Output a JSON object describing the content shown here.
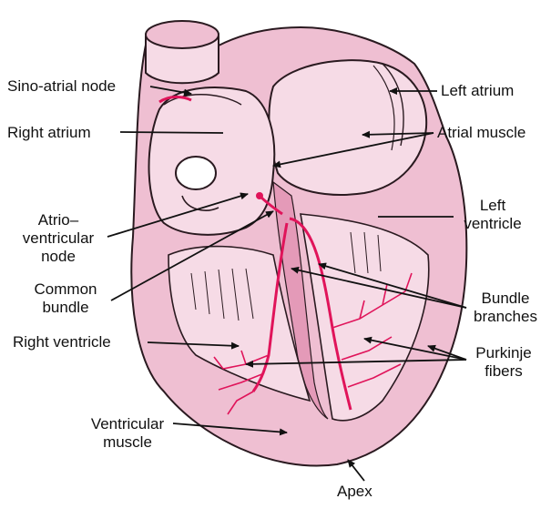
{
  "diagram": {
    "colors": {
      "tissue_light": "#f6dbe6",
      "tissue_mid": "#efbfd2",
      "tissue_dark": "#e49ab8",
      "outline": "#2a1a20",
      "conduction": "#e0145a",
      "pointer": "#111111"
    },
    "labels": {
      "sino_atrial_node": "Sino-atrial node",
      "right_atrium": "Right atrium",
      "atrio_ventricular_line1": "Atrio–",
      "atrio_ventricular_line2": "ventricular",
      "atrio_ventricular_line3": "node",
      "common_bundle_line1": "Common",
      "common_bundle_line2": "bundle",
      "right_ventricle": "Right ventricle",
      "ventricular_muscle_line1": "Ventricular",
      "ventricular_muscle_line2": "muscle",
      "apex": "Apex",
      "left_atrium": "Left atrium",
      "atrial_muscle": "Atrial muscle",
      "left_ventricle_line1": "Left",
      "left_ventricle_line2": "ventricle",
      "bundle_branches_line1": "Bundle",
      "bundle_branches_line2": "branches",
      "purkinje_fibers_line1": "Purkinje",
      "purkinje_fibers_line2": "fibers"
    }
  }
}
